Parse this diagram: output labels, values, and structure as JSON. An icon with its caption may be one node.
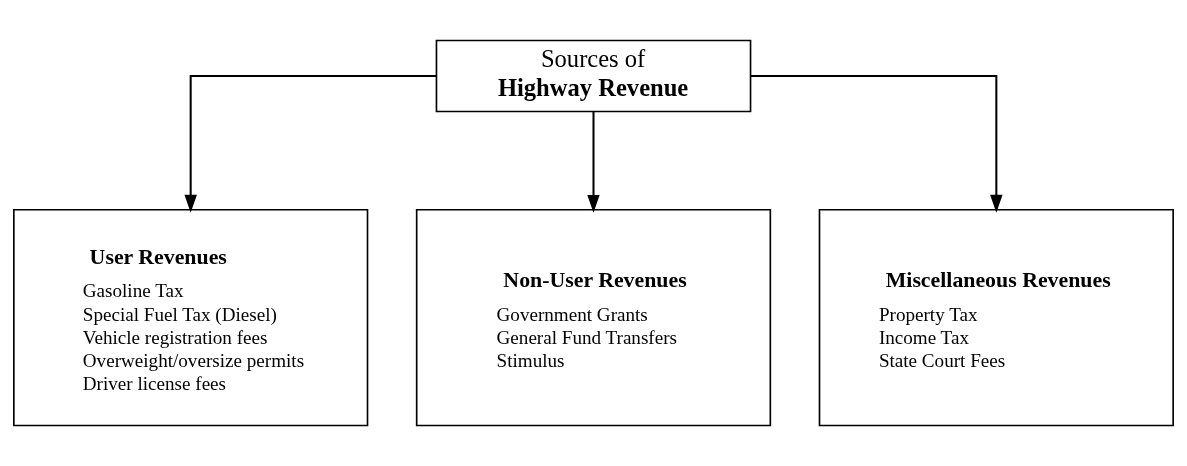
{
  "diagram": {
    "nodes": [
      {
        "text": [
          "Sources of",
          "Highway Revenue"
        ]
      },
      {
        "text": [
          "User Revenues",
          "Gasoline Tax",
          "Special Fuel Tax (Diesel)",
          "Vehicle registration fees",
          "Overweight/oversize permits",
          "Driver license fees"
        ]
      },
      {
        "text": [
          "Non-User Revenues",
          "Government Grants",
          "General Fund Transfers",
          "Stimulus"
        ]
      },
      {
        "text": [
          "Miscellaneous Revenues",
          "Property Tax",
          "Income Tax",
          "State Court Fees"
        ]
      }
    ],
    "edges": [
      {
        "from": 0,
        "to": 1,
        "arrow": "to"
      },
      {
        "from": 0,
        "to": 2,
        "arrow": "to"
      },
      {
        "from": 0,
        "to": 3,
        "arrow": "to"
      }
    ]
  }
}
